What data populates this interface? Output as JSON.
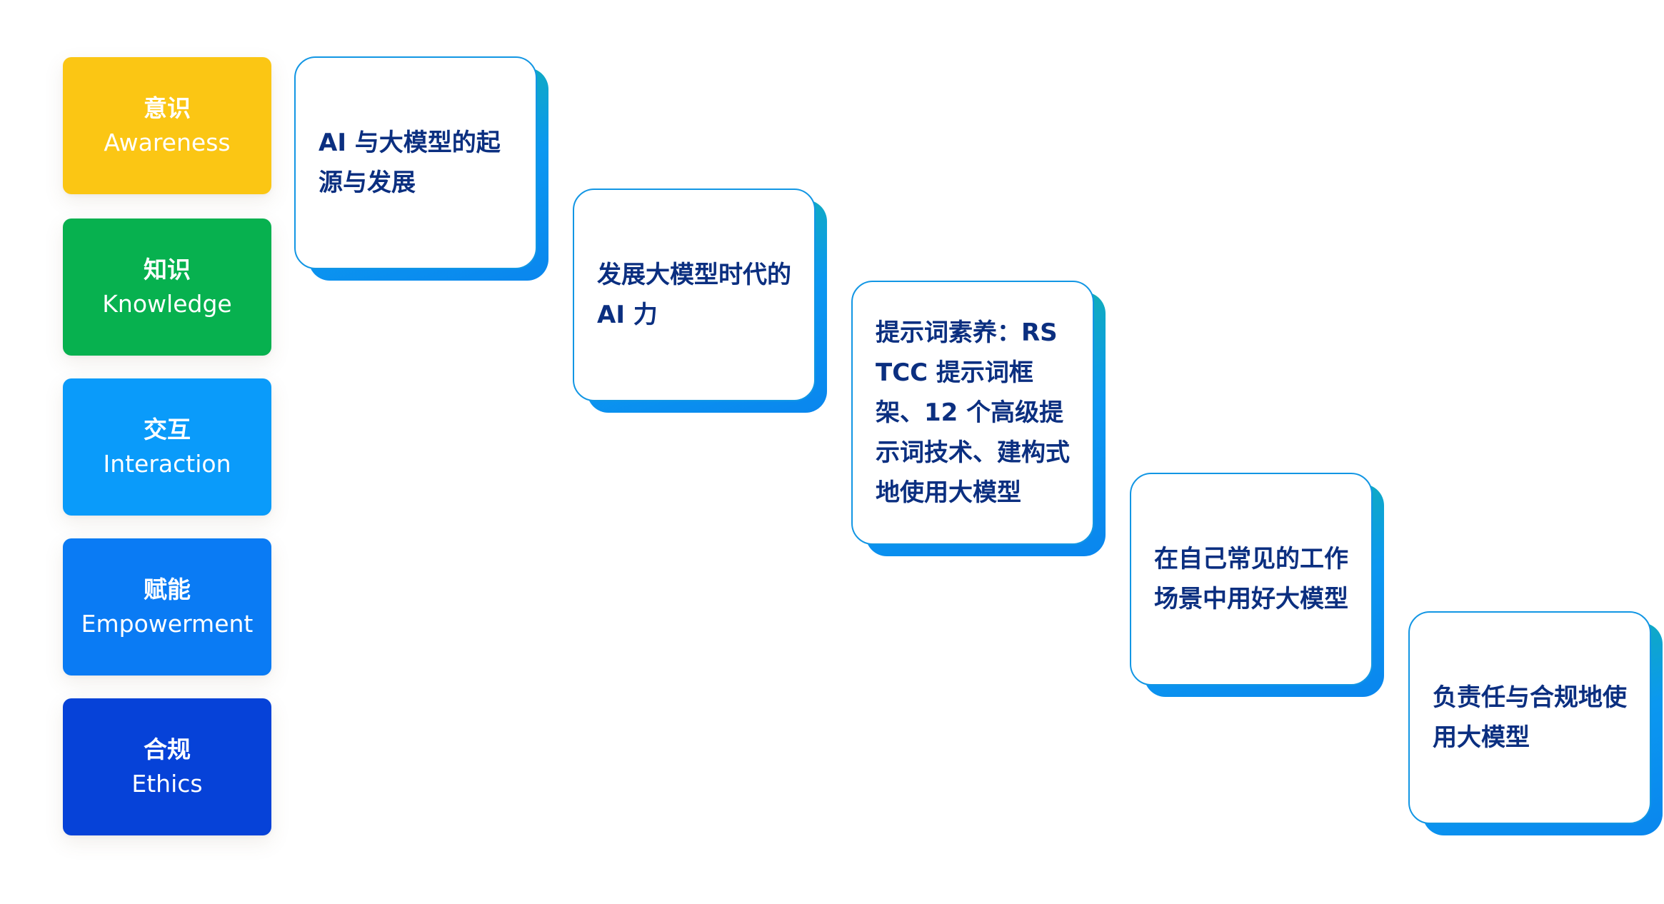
{
  "stages": [
    {
      "zh": "意识",
      "en": "Awareness",
      "color": "#fbc614"
    },
    {
      "zh": "知识",
      "en": "Knowledge",
      "color": "#07b14f"
    },
    {
      "zh": "交互",
      "en": "Interaction",
      "color": "#0a9bfa"
    },
    {
      "zh": "赋能",
      "en": "Empowerment",
      "color": "#0a7bf4"
    },
    {
      "zh": "合规",
      "en": "Ethics",
      "color": "#0642d8"
    }
  ],
  "steps": [
    {
      "text": "AI 与大模型的起源与发展"
    },
    {
      "text": "发展大模型时代的 AI 力"
    },
    {
      "text": "提示词素养：RSTCC 提示词框架、12 个高级提示词技术、建构式地使用大模型"
    },
    {
      "text": "在自己常见的工作场景中用好大模型"
    },
    {
      "text": "负责任与合规地使用大模型"
    }
  ],
  "colors": {
    "card_border": "#1296e4",
    "card_text": "#0b2f80",
    "card_shadow_top": "#19c07a",
    "card_shadow_bottom": "#0a86ee"
  }
}
